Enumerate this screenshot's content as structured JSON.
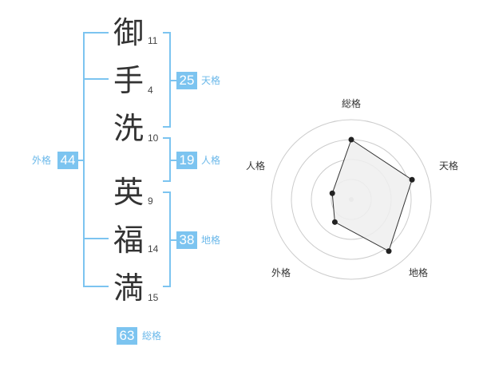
{
  "characters": [
    {
      "char": "御",
      "strokes": "11"
    },
    {
      "char": "手",
      "strokes": "4"
    },
    {
      "char": "洗",
      "strokes": "10"
    },
    {
      "char": "英",
      "strokes": "9"
    },
    {
      "char": "福",
      "strokes": "14"
    },
    {
      "char": "満",
      "strokes": "15"
    }
  ],
  "fortune": {
    "tenkaku": {
      "value": "25",
      "label": "天格"
    },
    "jinkaku": {
      "value": "19",
      "label": "人格"
    },
    "chikaku": {
      "value": "38",
      "label": "地格"
    },
    "gaikaku": {
      "value": "44",
      "label": "外格"
    },
    "soukaku": {
      "value": "63",
      "label": "総格"
    }
  },
  "radar": {
    "axes": [
      "総格",
      "天格",
      "地格",
      "外格",
      "人格"
    ],
    "values": [
      0.75,
      0.8,
      0.8,
      0.35,
      0.25
    ],
    "colors": {
      "grid": "#cccccc",
      "fill": "#eeeeee",
      "line": "#333333",
      "point": "#222222"
    }
  }
}
